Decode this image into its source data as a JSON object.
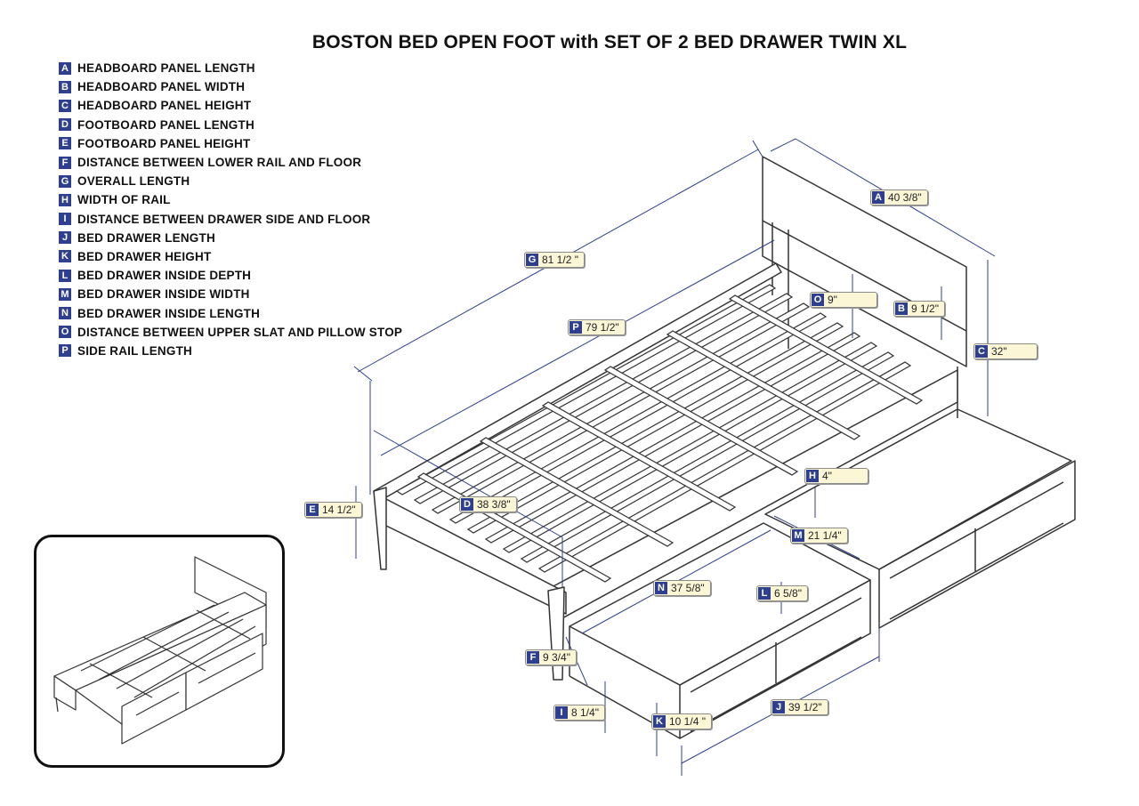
{
  "title": "BOSTON BED OPEN FOOT with SET OF 2 BED DRAWER TWIN XL",
  "legend": [
    {
      "letter": "A",
      "label": "HEADBOARD PANEL LENGTH"
    },
    {
      "letter": "B",
      "label": "HEADBOARD PANEL WIDTH"
    },
    {
      "letter": "C",
      "label": "HEADBOARD PANEL HEIGHT"
    },
    {
      "letter": "D",
      "label": "FOOTBOARD PANEL LENGTH"
    },
    {
      "letter": "E",
      "label": "FOOTBOARD PANEL HEIGHT"
    },
    {
      "letter": "F",
      "label": "DISTANCE BETWEEN LOWER RAIL AND FLOOR"
    },
    {
      "letter": "G",
      "label": "OVERALL LENGTH"
    },
    {
      "letter": "H",
      "label": "WIDTH OF RAIL"
    },
    {
      "letter": "I",
      "label": "DISTANCE BETWEEN DRAWER SIDE AND FLOOR"
    },
    {
      "letter": "J",
      "label": "BED DRAWER LENGTH"
    },
    {
      "letter": "K",
      "label": "BED DRAWER HEIGHT"
    },
    {
      "letter": "L",
      "label": "BED DRAWER INSIDE DEPTH"
    },
    {
      "letter": "M",
      "label": "BED DRAWER INSIDE WIDTH"
    },
    {
      "letter": "N",
      "label": "BED DRAWER INSIDE LENGTH"
    },
    {
      "letter": "O",
      "label": "DISTANCE BETWEEN UPPER SLAT AND PILLOW STOP"
    },
    {
      "letter": "P",
      "label": "SIDE RAIL LENGTH"
    }
  ],
  "dimensions": {
    "A": {
      "letter": "A",
      "value": "40 3/8\""
    },
    "B": {
      "letter": "B",
      "value": "9 1/2\""
    },
    "C": {
      "letter": "C",
      "value": "32\""
    },
    "D": {
      "letter": "D",
      "value": "38 3/8\""
    },
    "E": {
      "letter": "E",
      "value": "14 1/2\""
    },
    "F": {
      "letter": "F",
      "value": "9 3/4\""
    },
    "G": {
      "letter": "G",
      "value": "81 1/2 \""
    },
    "H": {
      "letter": "H",
      "value": "4\""
    },
    "I": {
      "letter": "I",
      "value": "8 1/4\""
    },
    "J": {
      "letter": "J",
      "value": "39 1/2\""
    },
    "K": {
      "letter": "K",
      "value": "10 1/4 \""
    },
    "L": {
      "letter": "L",
      "value": "6 5/8\""
    },
    "M": {
      "letter": "M",
      "value": "21 1/4\""
    },
    "N": {
      "letter": "N",
      "value": "37 5/8\""
    },
    "O": {
      "letter": "O",
      "value": "9\""
    },
    "P": {
      "letter": "P",
      "value": "79 1/2\""
    }
  },
  "colors": {
    "badge": "#2f3f8f",
    "tag_bg": "#fbf6d6",
    "dim_line": "#2f3f8f",
    "drawing": "#333333"
  }
}
